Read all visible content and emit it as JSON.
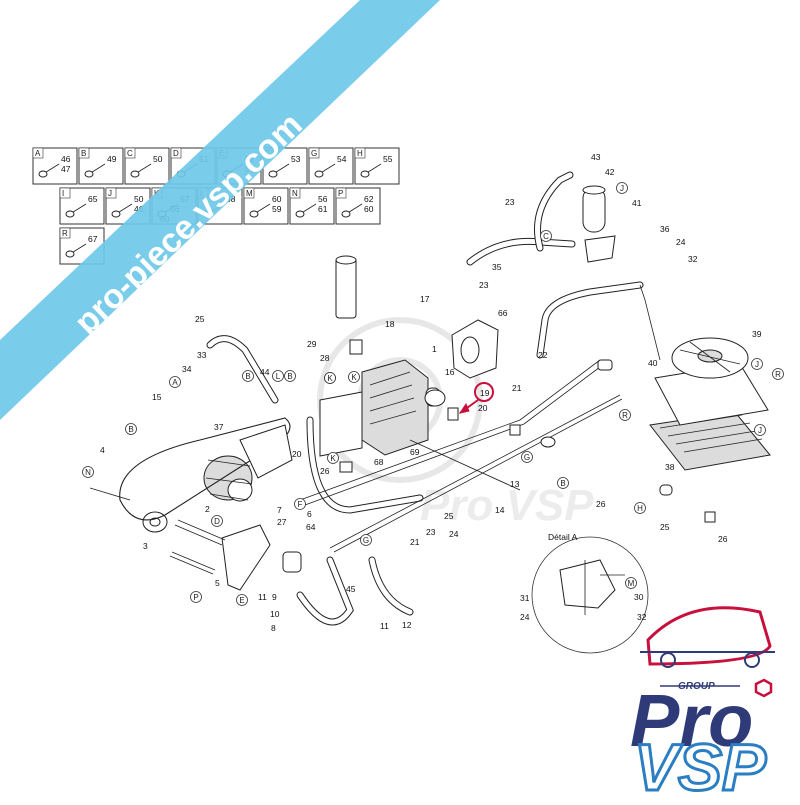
{
  "watermark_banner": {
    "text": "pro-piece.vsp.com"
  },
  "watermark_center": {
    "text": "Pro VSP"
  },
  "legend": {
    "row1": [
      {
        "letter": "A",
        "nums": [
          "46",
          "47"
        ]
      },
      {
        "letter": "B",
        "nums": [
          "49"
        ]
      },
      {
        "letter": "C",
        "nums": [
          "50"
        ]
      },
      {
        "letter": "D",
        "nums": [
          "51"
        ]
      },
      {
        "letter": "E",
        "nums": [
          "52",
          "51"
        ]
      },
      {
        "letter": "F",
        "nums": [
          "53"
        ]
      },
      {
        "letter": "G",
        "nums": [
          "54"
        ]
      },
      {
        "letter": "H",
        "nums": [
          "55"
        ]
      }
    ],
    "row2": [
      {
        "letter": "I",
        "nums": [
          "65"
        ]
      },
      {
        "letter": "J",
        "nums": [
          "50",
          "46"
        ]
      },
      {
        "letter": "K",
        "nums": [
          "57",
          "56",
          "60"
        ]
      },
      {
        "letter": "L",
        "nums": [
          "58"
        ]
      },
      {
        "letter": "M",
        "nums": [
          "60",
          "59"
        ]
      },
      {
        "letter": "N",
        "nums": [
          "56",
          "61"
        ]
      },
      {
        "letter": "P",
        "nums": [
          "62",
          "60"
        ]
      }
    ],
    "row3": [
      {
        "letter": "R",
        "nums": [
          "67"
        ]
      }
    ]
  },
  "callouts": [
    "1",
    "2",
    "3",
    "4",
    "5",
    "6",
    "7",
    "8",
    "9",
    "10",
    "11",
    "12",
    "13",
    "14",
    "15",
    "16",
    "17",
    "18",
    "19",
    "20",
    "21",
    "22",
    "23",
    "24",
    "25",
    "26",
    "27",
    "28",
    "29",
    "30",
    "31",
    "32",
    "33",
    "34",
    "35",
    "36",
    "37",
    "38",
    "39",
    "40",
    "41",
    "42",
    "43",
    "44",
    "45",
    "64",
    "66",
    "68",
    "69"
  ],
  "letter_markers": [
    "A",
    "B",
    "C",
    "D",
    "E",
    "F",
    "G",
    "H",
    "J",
    "K",
    "L",
    "M",
    "N",
    "P",
    "R"
  ],
  "detail": {
    "title": "Détail A"
  },
  "highlighted_part": "19",
  "logo": {
    "group": "GROUP",
    "pro": "Pro",
    "vsp": "VSP"
  }
}
